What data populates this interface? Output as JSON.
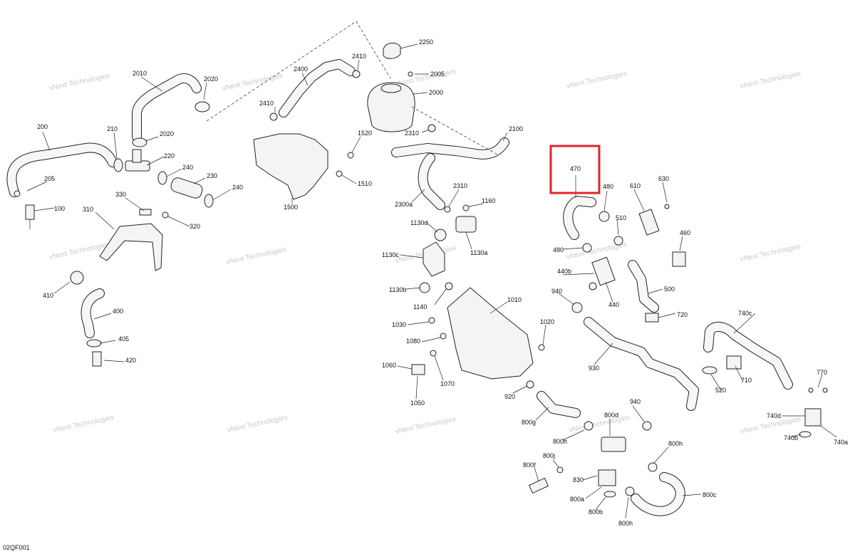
{
  "diagram": {
    "reference_code": "02QF001",
    "watermark": "vNext Technologies",
    "highlight_color": "#e0242a",
    "highlighted_part": "470",
    "labels": {
      "p200": "200",
      "p205": "205",
      "p100": "100",
      "p210": "210",
      "p220": "220",
      "p230": "230",
      "p240a": "240",
      "p240b": "240",
      "p2010": "2010",
      "p2020a": "2020",
      "p2020b": "2020",
      "p310": "310",
      "p320": "320",
      "p330": "330",
      "p410": "410",
      "p400": "400",
      "p405": "405",
      "p420": "420",
      "p2400": "2400",
      "p2410a": "2410",
      "p2410b": "2410",
      "p2250": "2250",
      "p2005": "2005",
      "p2000": "2000",
      "p2310a": "2310",
      "p2310b": "2310",
      "p2100": "2100",
      "p1520": "1520",
      "p1510": "1510",
      "p1500": "1500",
      "p2300a": "2300a",
      "p1160": "1160",
      "p1130d": "1130d",
      "p1130a": "1130a",
      "p1130c": "1130c",
      "p1130b": "1130b",
      "p1140": "1140",
      "p1010": "1010",
      "p1020": "1020",
      "p1030": "1030",
      "p1080": "1080",
      "p1060": "1060",
      "p1070": "1070",
      "p1050": "1050",
      "p920": "920",
      "p800g": "800g",
      "p800h1": "800h",
      "p800d": "800d",
      "p800j": "800j",
      "p800f": "800f",
      "p830": "830",
      "p800a": "800a",
      "p800b": "800b",
      "p800h2": "800h",
      "p800h3": "800h",
      "p800c": "800c",
      "p940a": "940",
      "p940b": "940",
      "p930": "930",
      "p470": "470",
      "p480a": "480",
      "p480b": "480",
      "p510": "510",
      "p610": "610",
      "p630": "630",
      "p460": "460",
      "p440b": "440b",
      "p440": "440",
      "p500": "500",
      "p720": "720",
      "p740c": "740c",
      "p710": "710",
      "p520": "520",
      "p770": "770",
      "p740d": "740d",
      "p740b": "740b",
      "p740a": "740a"
    }
  }
}
